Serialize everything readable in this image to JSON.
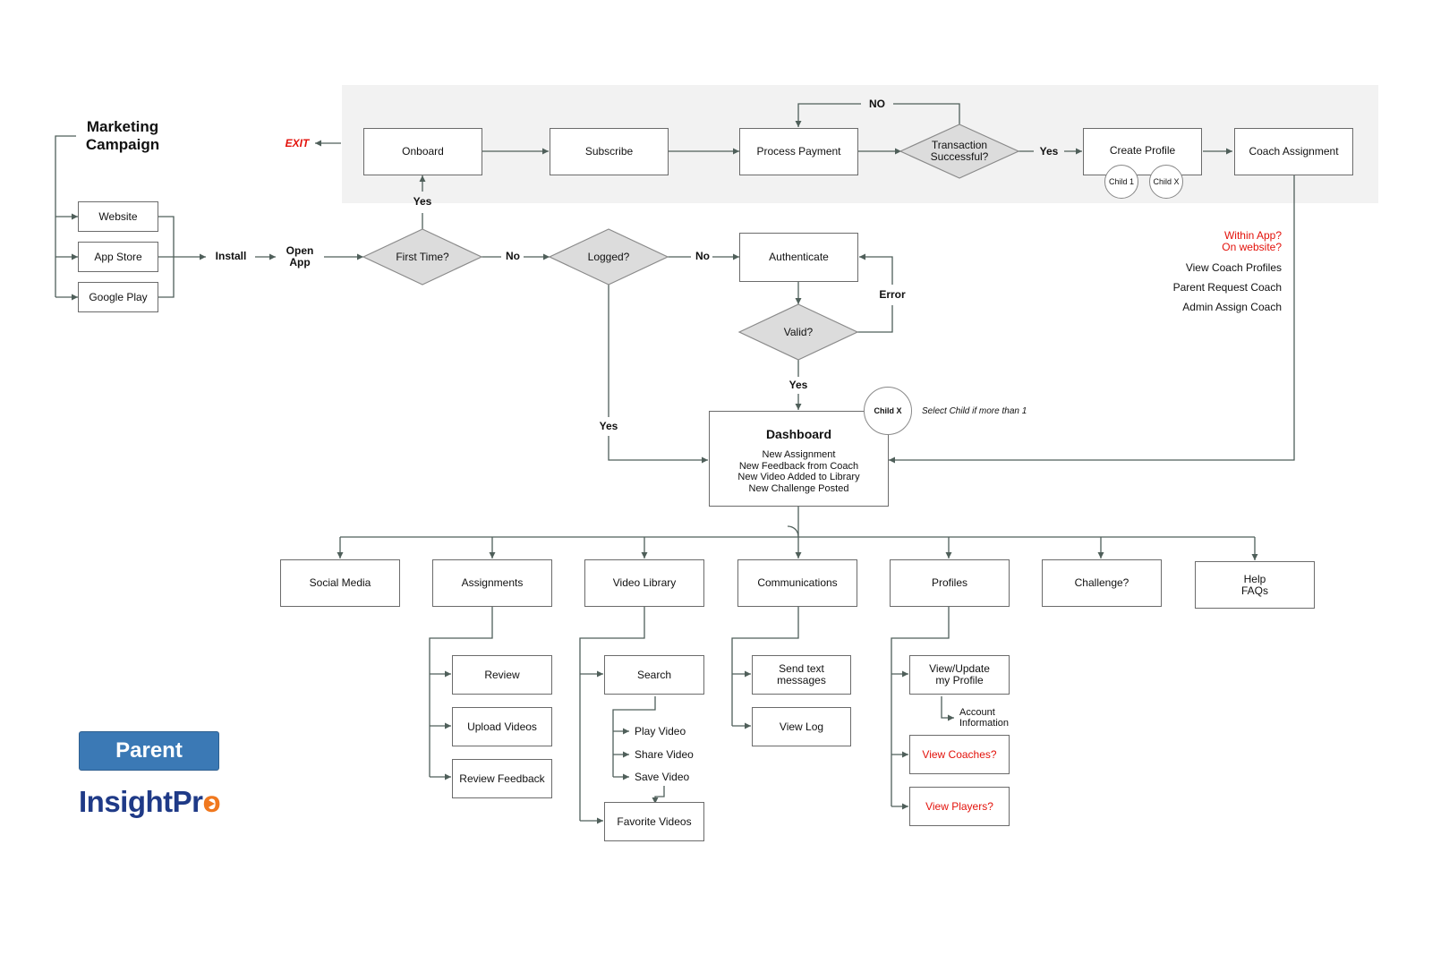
{
  "colors": {
    "line": "#4f5f5a",
    "node_border": "#6b6b6b",
    "diamond_fill": "#dcdcdc",
    "panel": "#f2f2f2",
    "accent_red": "#e3120b",
    "badge_blue": "#3b79b5",
    "brand_blue": "#1f3a87",
    "brand_orange": "#f0781e"
  },
  "entry": {
    "title": "Marketing\nCampaign",
    "channels": [
      "Website",
      "App Store",
      "Google Play"
    ],
    "install": "Install",
    "open_app": "Open\nApp"
  },
  "decisions": {
    "first_time": "First Time?",
    "logged": "Logged?",
    "valid": "Valid?",
    "transaction": "Transaction\nSuccessful?"
  },
  "onboarding": {
    "exit": "EXIT",
    "onboard": "Onboard",
    "subscribe": "Subscribe",
    "process_payment": "Process Payment",
    "create_profile": "Create Profile",
    "coach_assignment": "Coach Assignment",
    "child_1": "Child 1",
    "child_x": "Child X"
  },
  "auth": {
    "authenticate": "Authenticate"
  },
  "edge_labels": {
    "no": "No",
    "no_caps": "NO",
    "yes": "Yes",
    "error": "Error"
  },
  "coach_options": {
    "question": "Within App?\nOn website?",
    "items": [
      "View Coach Profiles",
      "Parent Request Coach",
      "Admin Assign Coach"
    ]
  },
  "dashboard": {
    "title": "Dashboard",
    "items": "New Assignment\nNew Feedback from Coach\nNew Video Added to Library\nNew Challenge Posted",
    "child_selector": "Child X",
    "child_note": "Select Child if more than 1"
  },
  "sections": [
    "Social Media",
    "Assignments",
    "Video Library",
    "Communications",
    "Profiles",
    "Challenge?",
    "Help\nFAQs"
  ],
  "assignments": [
    "Review",
    "Upload Videos",
    "Review Feedback"
  ],
  "video_library": {
    "search": "Search",
    "actions": [
      "Play Video",
      "Share Video",
      "Save Video"
    ],
    "favorites": "Favorite Videos"
  },
  "communications": [
    "Send text\nmessages",
    "View Log"
  ],
  "profiles": {
    "view_update": "View/Update\nmy Profile",
    "account_info": "Account\nInformation",
    "view_coaches": "View Coaches?",
    "view_players": "View Players?"
  },
  "badge": "Parent",
  "brand": {
    "part1": "InsightPr",
    "part2": "o"
  }
}
